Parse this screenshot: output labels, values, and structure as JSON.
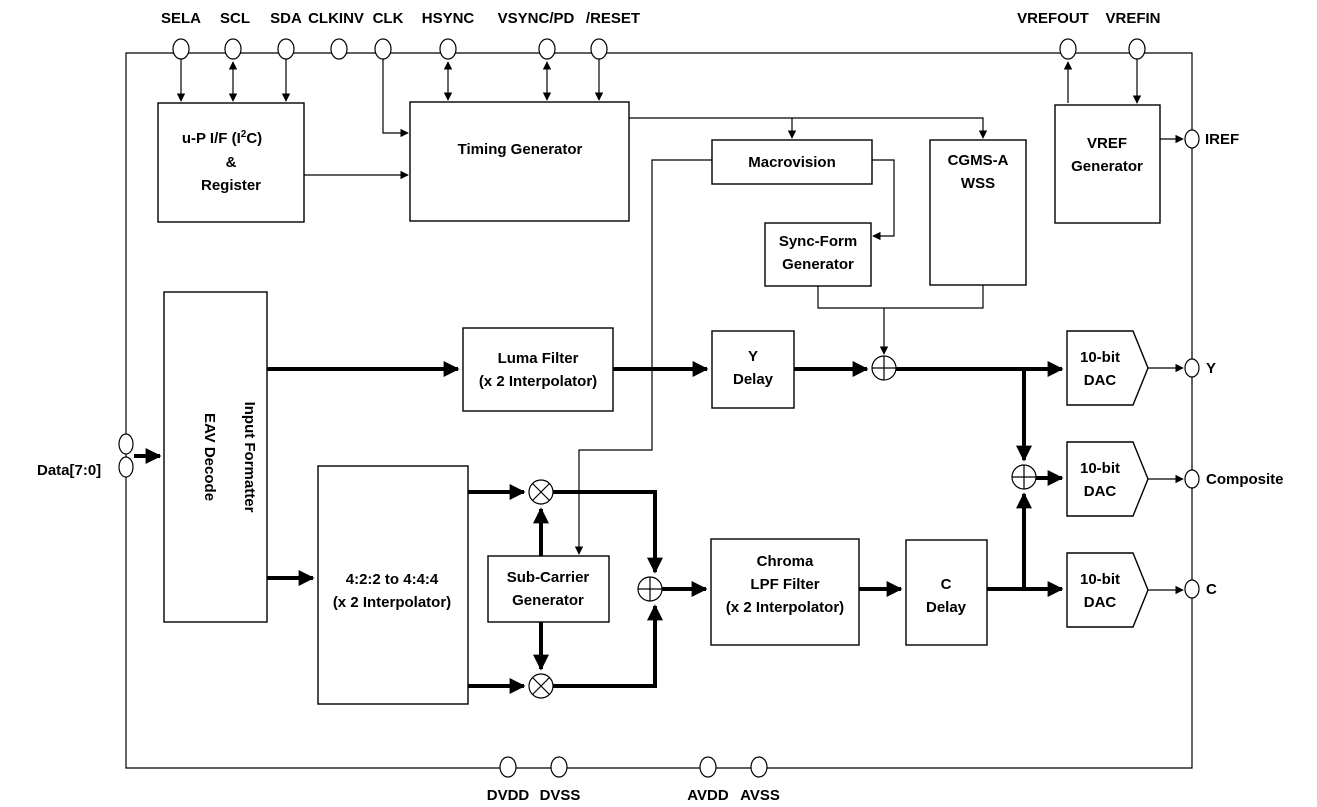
{
  "pins": {
    "sela": "SELA",
    "scl": "SCL",
    "sda": "SDA",
    "clkinv": "CLKINV",
    "clk": "CLK",
    "hsync": "HSYNC",
    "vsync_pd": "VSYNC/PD",
    "reset": "/RESET",
    "vrefout": "VREFOUT",
    "vrefin": "VREFIN",
    "iref": "IREF",
    "data": "Data[7:0]",
    "y_out": "Y",
    "composite_out": "Composite",
    "c_out": "C",
    "dvdd": "DVDD",
    "dvss": "DVSS",
    "avdd": "AVDD",
    "avss": "AVSS"
  },
  "blocks": {
    "up_if": {
      "line1": "u-P I/F (I",
      "sup": "2",
      "line1_end": "C)",
      "line2": "&",
      "line3": "Register"
    },
    "timing": "Timing Generator",
    "macrovision": "Macrovision",
    "cgms": [
      "CGMS-A",
      "WSS"
    ],
    "syncform": [
      "Sync-Form",
      "Generator"
    ],
    "vref": [
      "VREF",
      "Generator"
    ],
    "input_formatter": [
      "Input Formatter",
      "EAV Decode"
    ],
    "luma": [
      "Luma Filter",
      "(x 2 Interpolator)"
    ],
    "ydelay": [
      "Y",
      "Delay"
    ],
    "interp422": [
      "4:2:2 to 4:4:4",
      "(x 2 Interpolator)"
    ],
    "subcarrier": [
      "Sub-Carrier",
      "Generator"
    ],
    "chroma": [
      "Chroma",
      "LPF Filter",
      "(x 2 Interpolator)"
    ],
    "cdelay": [
      "C",
      "Delay"
    ],
    "dac_y": [
      "10-bit",
      "DAC"
    ],
    "dac_comp": [
      "10-bit",
      "DAC"
    ],
    "dac_c": [
      "10-bit",
      "DAC"
    ]
  }
}
